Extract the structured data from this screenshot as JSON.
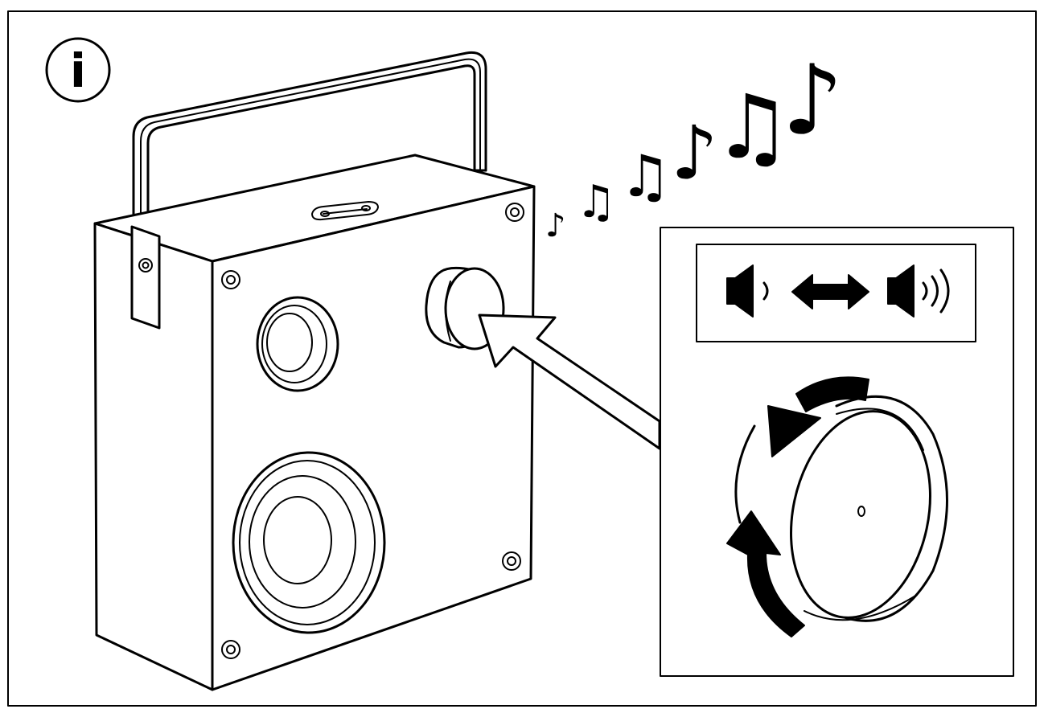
{
  "figure": {
    "type": "instruction-illustration",
    "info_symbol": {
      "icon": "info-icon",
      "glyph": "i"
    },
    "device": {
      "icon": "portable-speaker",
      "control": "volume-knob"
    },
    "music_notes": {
      "icon": "music-notes-icon",
      "glyphs": [
        "♪",
        "♫",
        "♫",
        "♪",
        "♫",
        "♪"
      ]
    },
    "callout": {
      "volume_range": {
        "low_icon": "speaker-low-volume-icon",
        "high_icon": "speaker-high-volume-icon",
        "between_icon": "double-arrow-icon"
      },
      "knob_detail": {
        "icon": "volume-knob-icon",
        "rotation_icon": "rotate-both-directions-icon"
      }
    },
    "colors": {
      "ink": "#000000",
      "paper": "#ffffff"
    }
  }
}
